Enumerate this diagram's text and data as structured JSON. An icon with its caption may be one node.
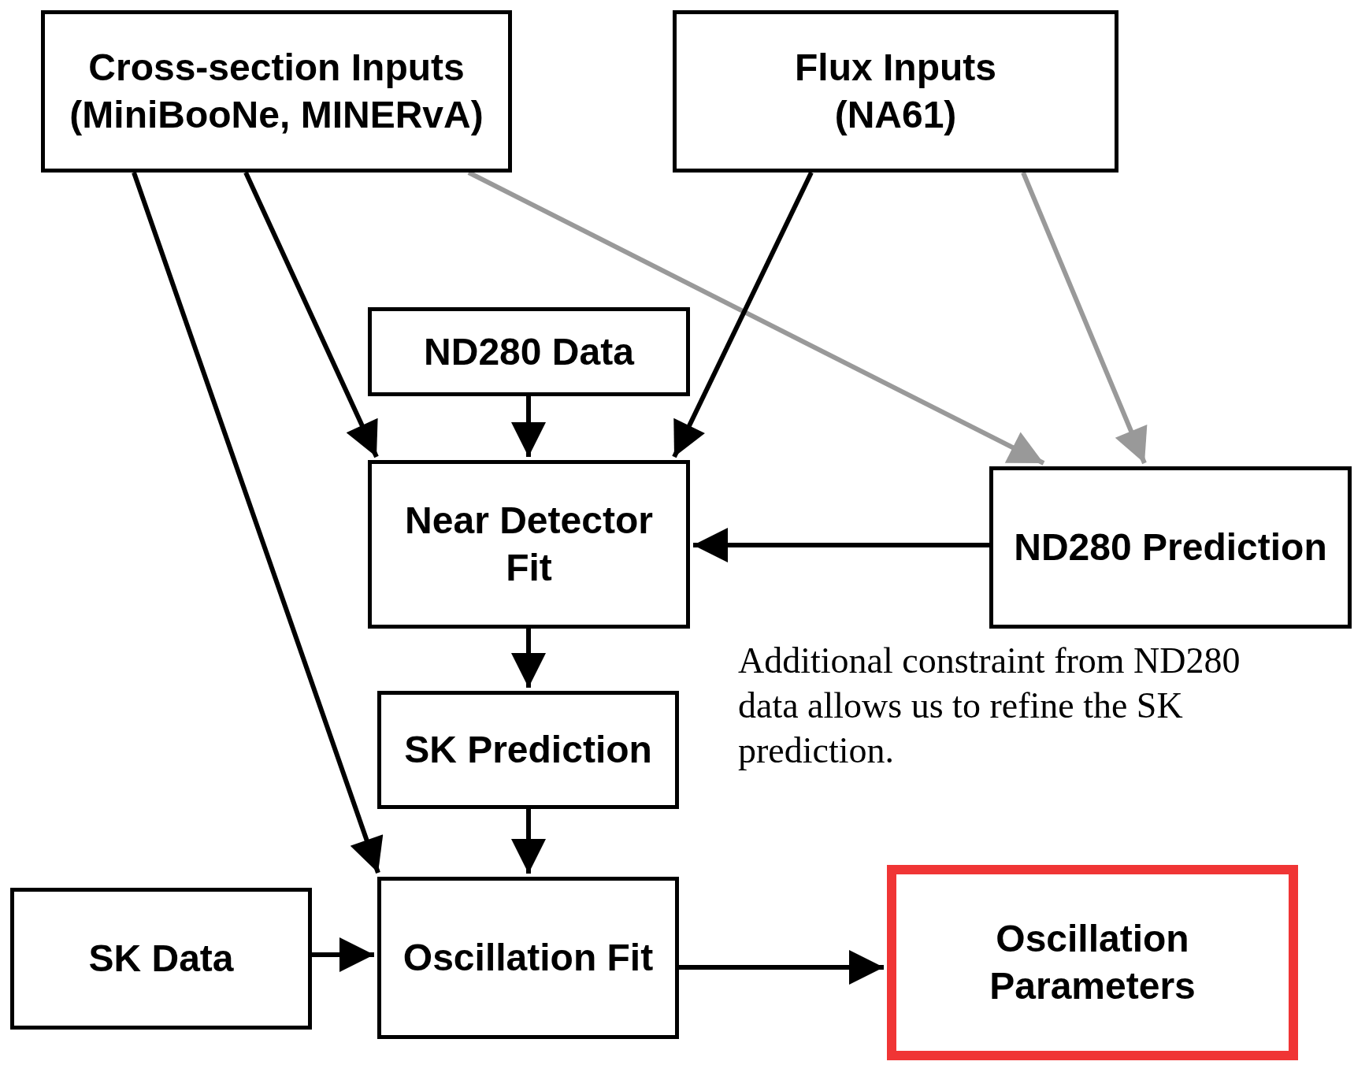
{
  "diagram": {
    "nodes": [
      {
        "text": [
          "Cross-section Inputs (MiniBooNe, MINERvA)"
        ]
      },
      {
        "text": [
          "Flux Inputs (NA61)"
        ]
      },
      {
        "text": [
          "ND280 Data"
        ]
      },
      {
        "text": [
          "Near Detector Fit"
        ]
      },
      {
        "text": [
          "ND280 Prediction"
        ]
      },
      {
        "text": [
          "SK Prediction"
        ]
      },
      {
        "text": [
          "SK Data"
        ]
      },
      {
        "text": [
          "Oscillation Fit"
        ]
      },
      {
        "text": [
          "Oscillation Parameters"
        ]
      }
    ],
    "edges": [
      {
        "from": 0,
        "to": 3,
        "arrow": "to"
      },
      {
        "from": 0,
        "to": 7,
        "arrow": "to"
      },
      {
        "from": 0,
        "to": 4,
        "arrow": "to",
        "color": "#999999"
      },
      {
        "from": 1,
        "to": 3,
        "arrow": "to"
      },
      {
        "from": 1,
        "to": 4,
        "arrow": "to",
        "color": "#999999"
      },
      {
        "from": 2,
        "to": 3,
        "arrow": "to"
      },
      {
        "from": 4,
        "to": 3,
        "arrow": "to"
      },
      {
        "from": 3,
        "to": 5,
        "arrow": "to"
      },
      {
        "from": 5,
        "to": 7,
        "arrow": "to"
      },
      {
        "from": 6,
        "to": 7,
        "arrow": "to"
      },
      {
        "from": 7,
        "to": 8,
        "arrow": "to"
      }
    ],
    "labels": [
      "Additional constraint from ND280 data allows us to refine the SK prediction."
    ]
  }
}
